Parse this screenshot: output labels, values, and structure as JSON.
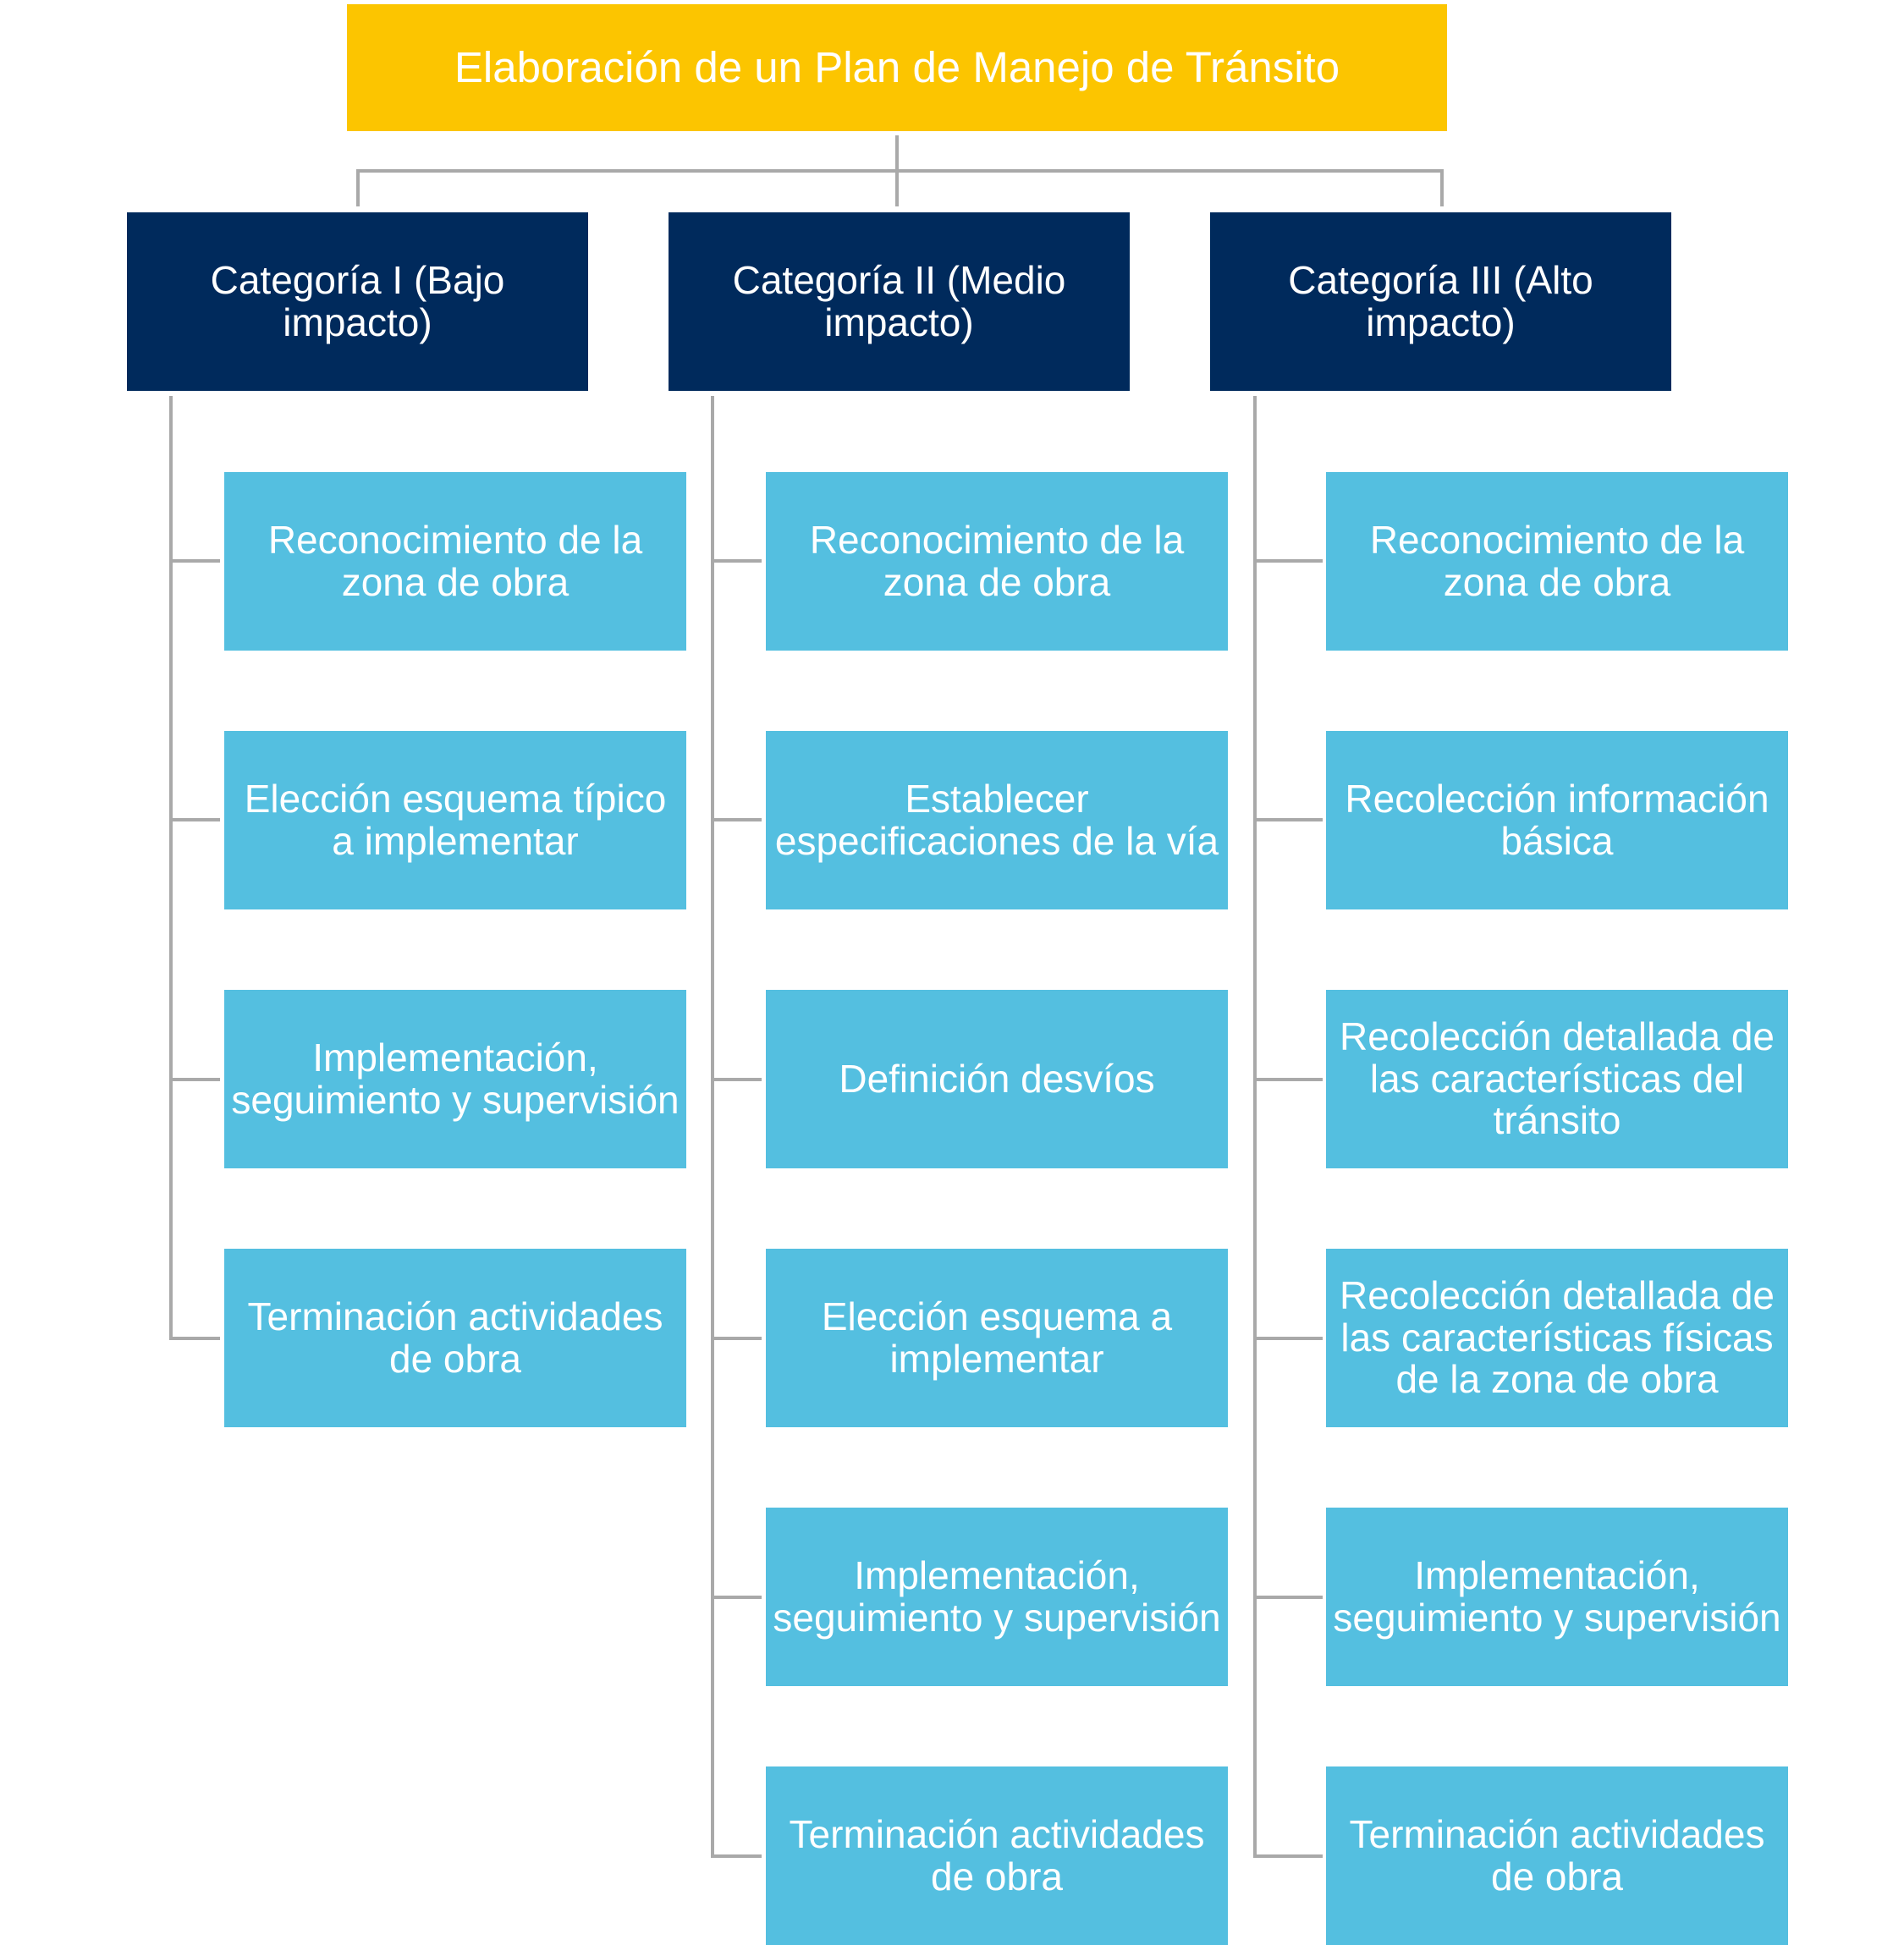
{
  "title": "Elaboración de un Plan de Manejo de Tránsito",
  "colors": {
    "root": "#fcc500",
    "category": "#002a5c",
    "step": "#54bfe0",
    "connector": "#a9a9a9",
    "text": "#ffffff"
  },
  "categories": [
    {
      "label": "Categoría I (Bajo impacto)",
      "steps": [
        "Reconocimiento de la zona de obra",
        "Elección esquema típico a implementar",
        "Implementación, seguimiento y supervisión",
        "Terminación actividades de obra"
      ]
    },
    {
      "label": "Categoría II (Medio impacto)",
      "steps": [
        "Reconocimiento de la zona de obra",
        "Establecer especificaciones de la vía",
        "Definición desvíos",
        "Elección esquema a implementar",
        "Implementación, seguimiento y supervisión",
        "Terminación actividades de obra"
      ]
    },
    {
      "label": "Categoría III (Alto impacto)",
      "steps": [
        "Reconocimiento de la zona de obra",
        "Recolección información básica",
        "Recolección detallada de las características del tránsito",
        "Recolección detallada de las características físicas de la zona de obra",
        "Implementación, seguimiento y supervisión",
        "Terminación actividades de obra"
      ]
    }
  ]
}
